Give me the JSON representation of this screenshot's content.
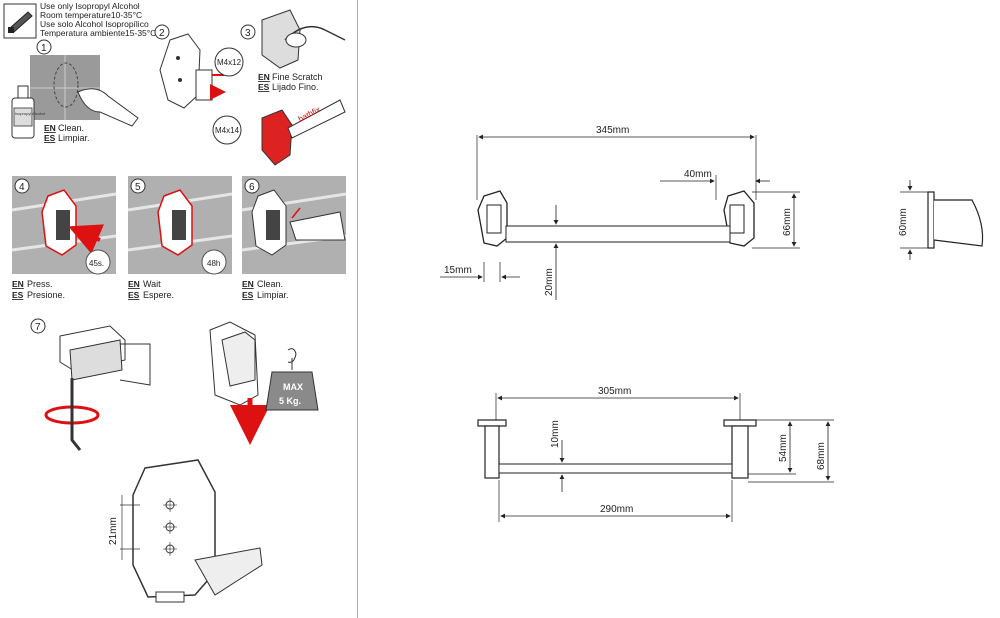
{
  "header": {
    "line1": "Use only Isopropyl Alcohol",
    "line2": "Room temperature10-35°C",
    "line3": "Use solo Alcohol Isopropílico",
    "line4": "Temperatura ambiente15-35°C"
  },
  "bottle_label": "Isopropyl Alcohol",
  "brand_text": "bathfix",
  "steps": [
    {
      "num": "1",
      "en": "Clean.",
      "es": "Limpiar."
    },
    {
      "num": "2",
      "screw_a": "M4x12",
      "screw_b": "M4x14"
    },
    {
      "num": "3",
      "en": "Fine Scratch",
      "es": "Lijado Fino."
    },
    {
      "num": "4",
      "en": "Press.",
      "es": "Presione.",
      "time": "45s."
    },
    {
      "num": "5",
      "en": "Wait",
      "es": "Espere.",
      "time": "48h"
    },
    {
      "num": "6",
      "en": "Clean.",
      "es": "Limpiar."
    },
    {
      "num": "7",
      "max_label": "MAX",
      "max_load": "5 Kg."
    }
  ],
  "lang_codes": {
    "en": "EN",
    "es": "ES"
  },
  "detail_dimension": "21mm",
  "dimensions": {
    "front_length": "345mm",
    "offset": "40mm",
    "height": "66mm",
    "bracket_width": "15mm",
    "bar_diameter": "20mm",
    "side_height": "60mm",
    "top_length": "305mm",
    "bar_thickness": "10mm",
    "inner_length": "290mm",
    "depth_a": "54mm",
    "depth_b": "68mm"
  }
}
